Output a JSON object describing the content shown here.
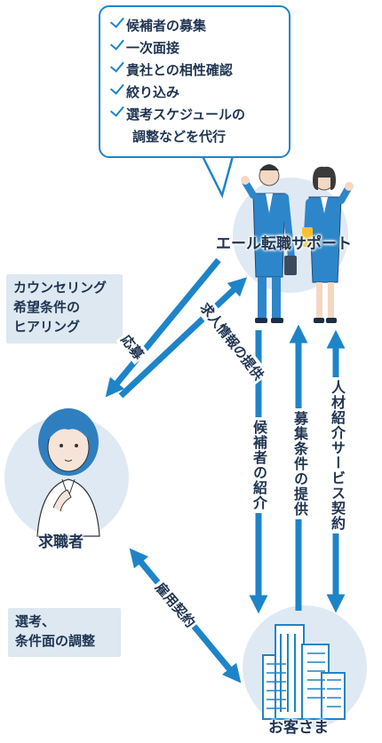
{
  "bubble": {
    "tasks": [
      "候補者の募集",
      "一次面接",
      "貴社との相性確認",
      "絞り込み",
      "選考スケジュールの"
    ],
    "continuation": "調整などを代行"
  },
  "nodes": {
    "agency": "エール転職サポート",
    "candidate": "求職者",
    "client": "お客さま"
  },
  "notes": {
    "counseling": [
      "カウンセリング",
      "希望条件の",
      "ヒアリング"
    ],
    "selection": [
      "選考、",
      "条件面の調整"
    ]
  },
  "flows": {
    "job_info": "求人情報の提供",
    "apply": "応募",
    "introduce": "候補者の紹介",
    "recruit_conditions": "募集条件の提供",
    "contract": "人材紹介サービス契約",
    "employment": "雇用契約"
  },
  "colors": {
    "arrow": "#1e84c8",
    "circle": "#dfe9f3",
    "text": "#1f3452"
  }
}
